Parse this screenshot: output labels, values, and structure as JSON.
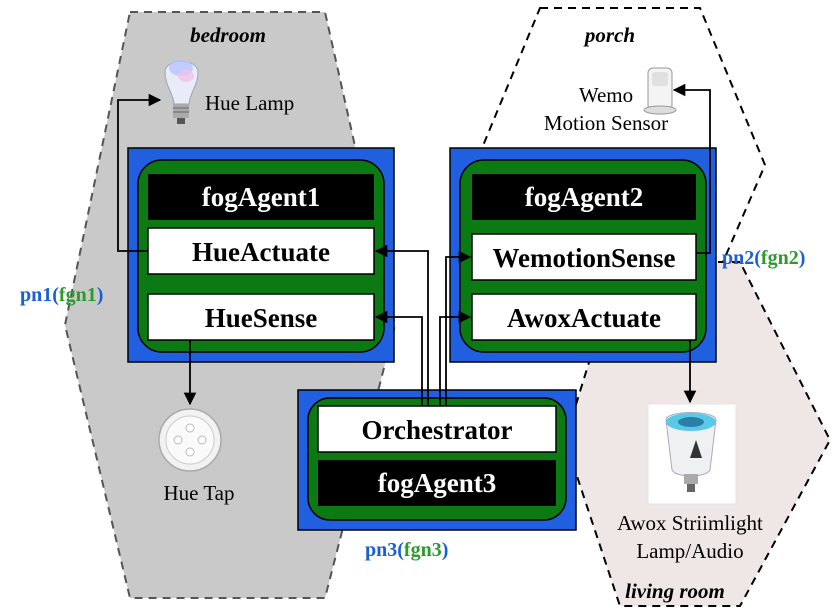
{
  "rooms": {
    "bedroom": "bedroom",
    "porch": "porch",
    "living_room": "living room"
  },
  "devices": {
    "hue_lamp": "Hue Lamp",
    "hue_tap": "Hue Tap",
    "wemo_line1": "Wemo",
    "wemo_line2": "Motion Sensor",
    "awox_line1": "Awox Striimlight",
    "awox_line2": "Lamp/Audio"
  },
  "agents": {
    "agent1": {
      "title": "fogAgent1",
      "components": [
        "HueActuate",
        "HueSense"
      ]
    },
    "agent2": {
      "title": "fogAgent2",
      "components": [
        "WemotionSense",
        "AwoxActuate"
      ]
    },
    "agent3": {
      "title": "fogAgent3",
      "components": [
        "Orchestrator"
      ]
    }
  },
  "nodes": {
    "n1": {
      "pn": "pn1",
      "open": "(",
      "fgn": "fgn1",
      "close": ")"
    },
    "n2": {
      "pn": "pn2",
      "open": "(",
      "fgn": "fgn2",
      "close": ")"
    },
    "n3": {
      "pn": "pn3",
      "open": "(",
      "fgn": "fgn3",
      "close": ")"
    }
  },
  "colors": {
    "node_blue": "#1f5fe0",
    "agent_green": "#0c7a12",
    "title_black": "#000000",
    "bedroom_fill": "#c9c9c9",
    "living_fill": "#efe6e6",
    "pn_text": "#1a5fd6",
    "fgn_text": "#2e9a2e"
  }
}
